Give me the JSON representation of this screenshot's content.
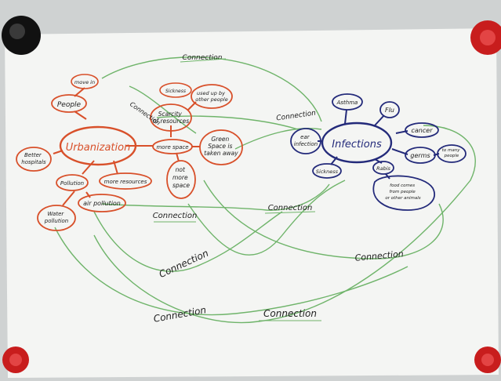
{
  "colors": {
    "wall": "#cfd2d2",
    "paper": "#f4f5f3",
    "orange": "#d8502a",
    "blue": "#232a7a",
    "green": "#6fb46a",
    "magnet_red": "#c81d1d",
    "magnet_black": "#1c1c1c"
  },
  "icons": {
    "magnets": [
      "magnet-black-icon",
      "magnet-red-icon",
      "magnet-red-icon",
      "magnet-red-icon"
    ]
  },
  "urbanization": {
    "center": "Urbanization",
    "people": "People",
    "move_in": "move in",
    "sickness": "Sickness",
    "scarcity": [
      "Scarcity",
      "of resources"
    ],
    "used_up": [
      "used up by",
      "other people"
    ],
    "more_space": "more space",
    "green_space": [
      "Green",
      "Space is",
      "taken away"
    ],
    "not_more_space": [
      "not",
      "more",
      "space"
    ],
    "better_hospitals": [
      "Better",
      "hospitals"
    ],
    "pollution": "Pollution",
    "more_resources": "more resources",
    "air_pollution": "air pollution",
    "water_pollution": [
      "Water",
      "pollution"
    ]
  },
  "infections": {
    "center": "Infections",
    "asthma": "Asthma",
    "flu": "Flu",
    "ear_infection": [
      "ear",
      "infection"
    ],
    "cancer": "cancer",
    "germs": "germs",
    "to_many_people": [
      "to many",
      "people"
    ],
    "sickness": "Sickness",
    "rabis": "Rabis",
    "food": [
      "food comes",
      "from people",
      "or other animals"
    ]
  },
  "connections": {
    "top": "Connection",
    "upper_mid": "Connection",
    "right_upper": "Connection",
    "center_mid": "Connection",
    "lower_left": "Connection",
    "right_lower": "Connection",
    "bottom_left": "Connection",
    "bottom_mid": "Connection",
    "diag": "Connection"
  }
}
